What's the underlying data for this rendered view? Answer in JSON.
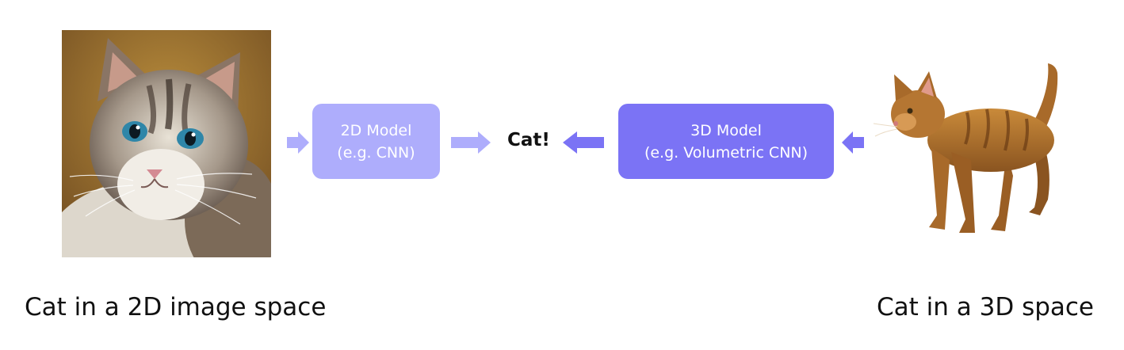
{
  "model_2d": {
    "title": "2D Model",
    "subtitle": "(e.g. CNN)"
  },
  "model_3d": {
    "title": "3D Model",
    "subtitle": "(e.g. Volumetric CNN)"
  },
  "result_label": "Cat!",
  "captions": {
    "left": "Cat in a 2D image space",
    "right": "Cat in a 3D space"
  },
  "colors": {
    "light_accent": "#aeadfc",
    "dark_accent": "#7b73f5"
  }
}
